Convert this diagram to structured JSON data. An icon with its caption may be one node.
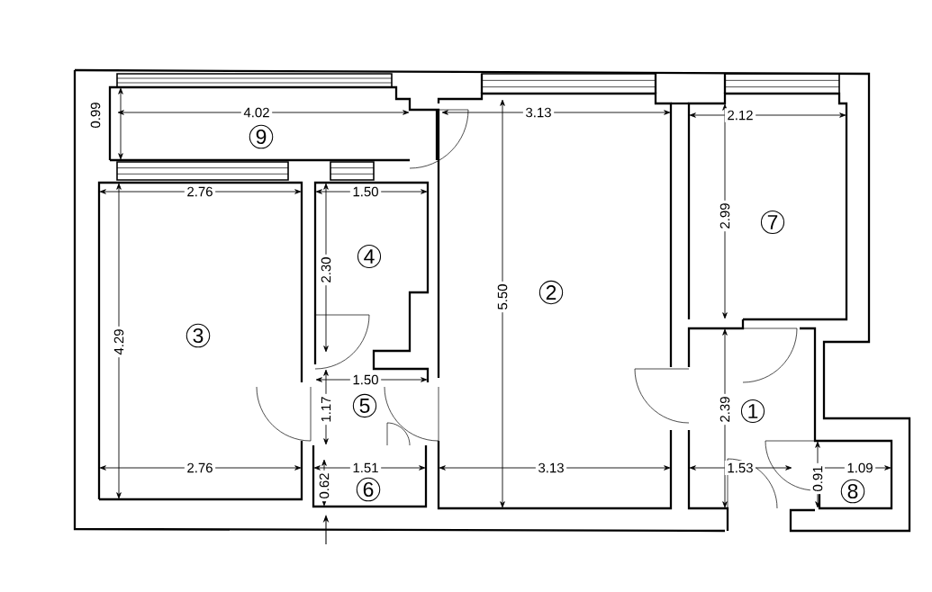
{
  "diagram": {
    "nodes": [
      {
        "text": [
          "9"
        ]
      },
      {
        "text": [
          "7"
        ]
      },
      {
        "text": [
          "4"
        ]
      },
      {
        "text": [
          "2"
        ]
      },
      {
        "text": [
          "3"
        ]
      },
      {
        "text": [
          "5"
        ]
      },
      {
        "text": [
          "1"
        ]
      },
      {
        "text": [
          "6"
        ]
      },
      {
        "text": [
          "8"
        ]
      }
    ],
    "labels": [
      "4.02",
      "3.13",
      "2.12",
      "0.99",
      "2.76",
      "1.50",
      "2.99",
      "2.30",
      "5.50",
      "4.29",
      "1.50",
      "1.17",
      "2.39",
      "2.76",
      "0.62",
      "1.51",
      "3.13",
      "1.53",
      "0.91",
      "1.09"
    ]
  }
}
